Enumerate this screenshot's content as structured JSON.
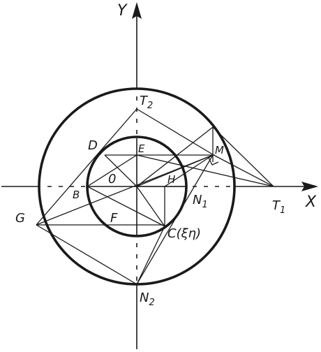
{
  "axes": {
    "x_label": "X",
    "y_label": "Y"
  },
  "points": {
    "O": "0",
    "B": "B",
    "D": "D",
    "E": "E",
    "F": "F",
    "G": "G",
    "H": "H",
    "M": "M",
    "C": "C(ξη)",
    "N1": "N",
    "N1_sub": "1",
    "N2": "N",
    "N2_sub": "2",
    "T1": "T",
    "T1_sub": "1",
    "T2": "T",
    "T2_sub": "2"
  },
  "colors": {
    "ink": "#1a1a1a",
    "background": "#ffffff"
  }
}
